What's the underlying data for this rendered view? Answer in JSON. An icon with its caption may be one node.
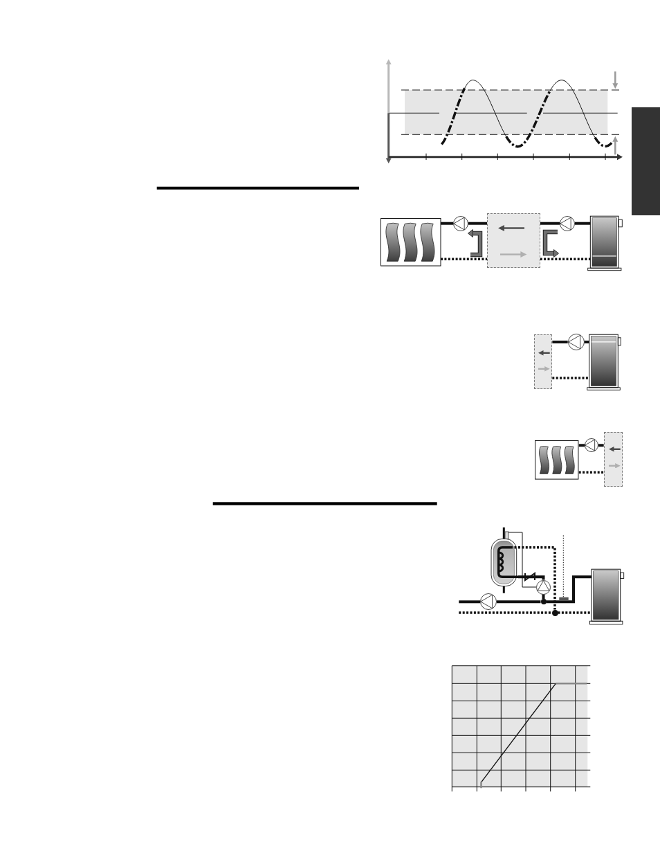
{
  "diagram": {
    "nodes": [
      {
        "text": [],
        "shape": "bar"
      },
      {
        "text": [],
        "shape": "picture"
      },
      {
        "text": [],
        "shape": "circle"
      },
      {
        "text": [],
        "shape": "box"
      },
      {
        "text": [],
        "shape": "circle"
      },
      {
        "text": [],
        "shape": "picture"
      },
      {
        "text": [],
        "shape": "box"
      },
      {
        "text": [],
        "shape": "circle"
      },
      {
        "text": [],
        "shape": "picture"
      },
      {
        "text": [],
        "shape": "picture"
      },
      {
        "text": [],
        "shape": "circle"
      },
      {
        "text": [],
        "shape": "box"
      },
      {
        "text": [],
        "shape": "picture"
      },
      {
        "text": [],
        "shape": "circle"
      },
      {
        "text": [],
        "shape": "circle"
      },
      {
        "text": [],
        "shape": "dot"
      },
      {
        "text": [],
        "shape": "dot"
      },
      {
        "text": [],
        "shape": "picture"
      }
    ],
    "edges": [
      {
        "from": 1,
        "to": 2,
        "arrow": "none"
      },
      {
        "from": 2,
        "to": 3,
        "arrow": "none"
      },
      {
        "from": 3,
        "to": 4,
        "arrow": "none"
      },
      {
        "from": 4,
        "to": 5,
        "arrow": "none"
      },
      {
        "from": 1,
        "to": 3,
        "arrow": "none",
        "style": "dashed"
      },
      {
        "from": 3,
        "to": 5,
        "arrow": "none",
        "style": "dashed"
      },
      {
        "from": 6,
        "to": 7,
        "arrow": "none"
      },
      {
        "from": 7,
        "to": 8,
        "arrow": "none"
      },
      {
        "from": 6,
        "to": 8,
        "arrow": "none",
        "style": "dashed"
      },
      {
        "from": 9,
        "to": 10,
        "arrow": "none"
      },
      {
        "from": 10,
        "to": 11,
        "arrow": "none"
      },
      {
        "from": 9,
        "to": 11,
        "arrow": "none",
        "style": "dashed"
      },
      {
        "from": null,
        "to": 14,
        "arrow": "none"
      },
      {
        "from": 14,
        "to": 15,
        "arrow": "none"
      },
      {
        "from": 15,
        "to": 17,
        "arrow": "none"
      },
      {
        "from": 12,
        "to": 13,
        "arrow": "none"
      },
      {
        "from": 13,
        "to": 15,
        "arrow": "none"
      },
      {
        "from": 12,
        "to": 16,
        "arrow": "none",
        "style": "dashed"
      },
      {
        "from": null,
        "to": 16,
        "arrow": "none",
        "style": "dashed"
      },
      {
        "from": 16,
        "to": 17,
        "arrow": "none",
        "style": "dashed"
      },
      {
        "from": 12,
        "to": 13,
        "arrow": "none"
      }
    ]
  }
}
